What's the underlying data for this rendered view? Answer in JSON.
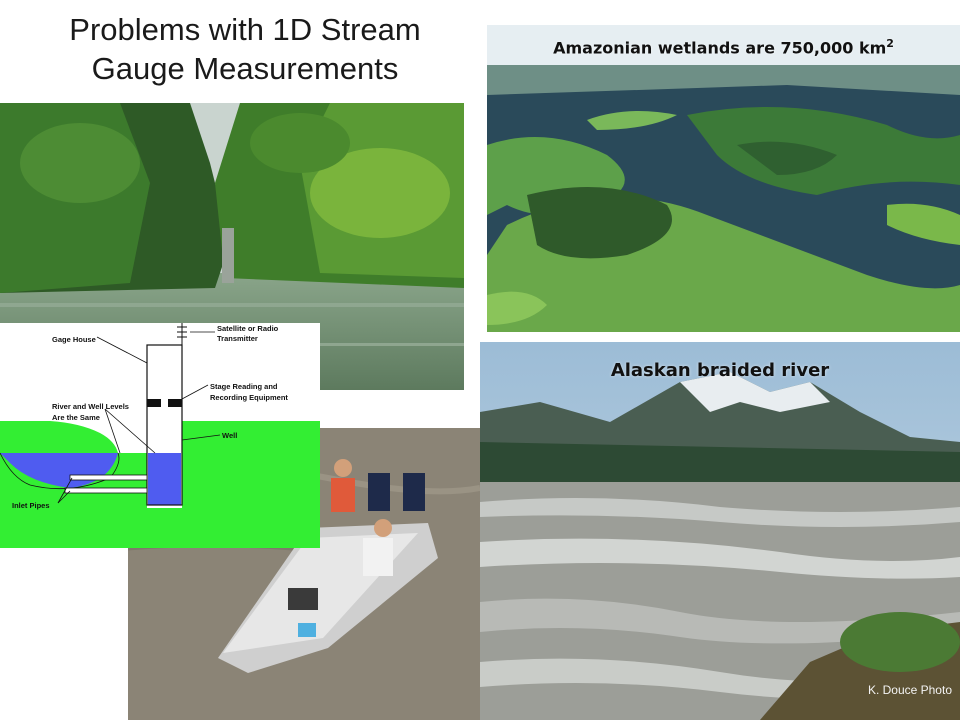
{
  "slide": {
    "title_line1": "Problems with 1D Stream",
    "title_line2": "Gauge Measurements"
  },
  "photos": {
    "amazon": {
      "caption": "Amazonian wetlands are 750,000 km",
      "caption_sup": "2"
    },
    "alaska": {
      "caption": "Alaskan braided river",
      "credit": "K. Douce Photo"
    }
  },
  "diagram": {
    "labels": {
      "gage_house": "Gage House",
      "satellite_line1": "Satellite or Radio",
      "satellite_line2": "Transmitter",
      "stage_line1": "Stage Reading and",
      "stage_line2": "Recording Equipment",
      "river_line1": "River and Well Levels",
      "river_line2": "Are the Same",
      "well": "Well",
      "inlet_pipes": "Inlet Pipes"
    }
  },
  "colors": {
    "ground_green": "#33ee33",
    "water_blue": "#4f5cf0",
    "amazon_water": "#2a4a5a",
    "alaska_sky": "#a9c6dd"
  }
}
